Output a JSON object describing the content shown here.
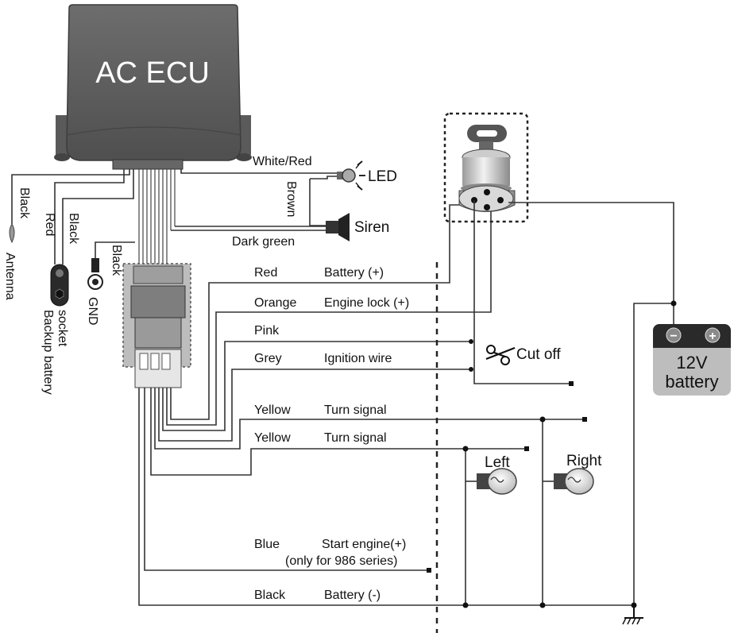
{
  "ecu": {
    "title": "AC ECU"
  },
  "top_wires": {
    "white_red": "White/Red",
    "led": "LED",
    "brown": "Brown",
    "siren": "Siren",
    "dark_green": "Dark green"
  },
  "left_wires": {
    "black_antenna": "Black",
    "antenna": "Antenna",
    "red": "Red",
    "black_backup": "Black",
    "backup_line1": "Backup battery",
    "backup_line2": "socket",
    "black_gnd": "Black",
    "gnd": "GND"
  },
  "connections": [
    {
      "color": "Red",
      "function": "Battery (+)"
    },
    {
      "color": "Orange",
      "function": "Engine lock (+)"
    },
    {
      "color": "Pink",
      "function": ""
    },
    {
      "color": "Grey",
      "function": "Ignition wire"
    },
    {
      "color": "Yellow",
      "function": "Turn signal"
    },
    {
      "color": "Yellow",
      "function": "Turn signal"
    },
    {
      "color": "Blue",
      "function": "Start engine(+)"
    },
    {
      "color": "Black",
      "function": "Battery (-)"
    }
  ],
  "notes": {
    "blue_note": "(only for 986 series)",
    "cut_off": "Cut off"
  },
  "lamps": {
    "left": "Left",
    "right": "Right"
  },
  "battery": {
    "line1": "12V",
    "line2": "battery",
    "neg": "−",
    "pos": "+"
  }
}
